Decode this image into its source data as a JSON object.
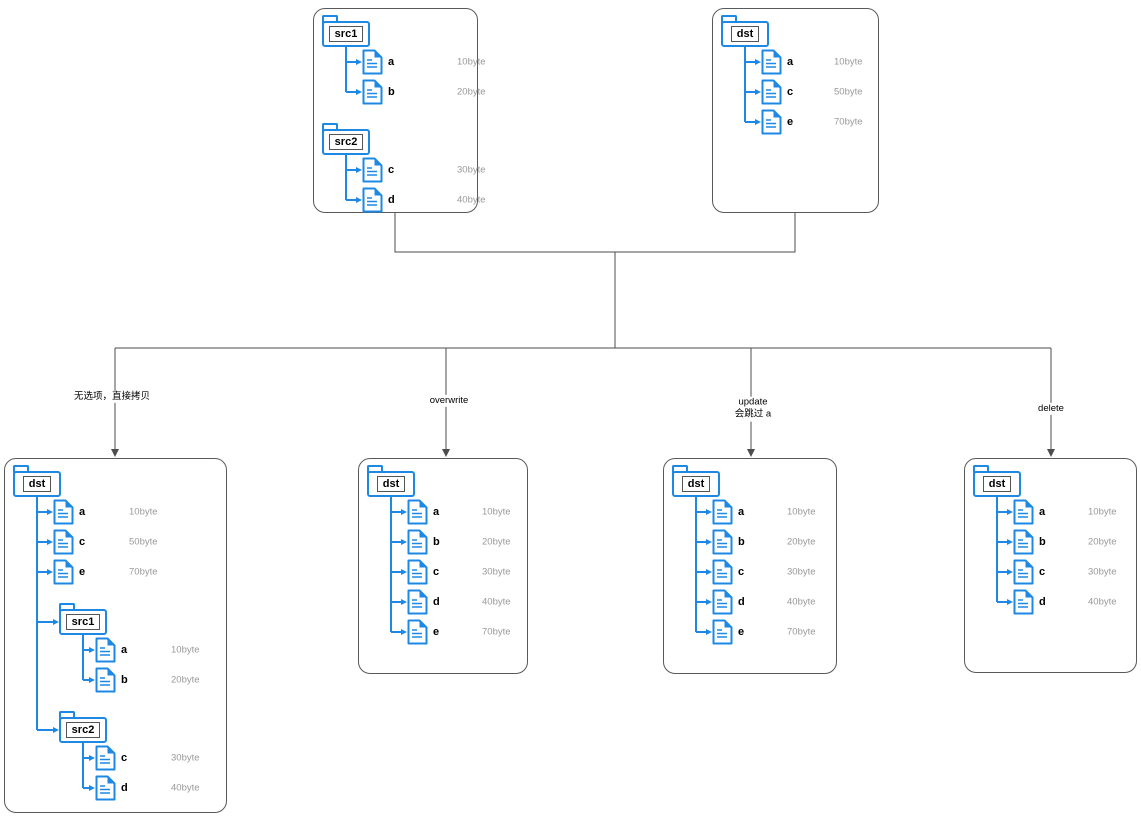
{
  "colors": {
    "accent": "#1E88E5",
    "muted": "#999999",
    "line": "#4D4D4D",
    "border": "#595959"
  },
  "edge_labels": {
    "copy": "无选项，直接拷贝",
    "overwrite": "overwrite",
    "update_line1": "update",
    "update_line2": "会跳过 a",
    "delete": "delete"
  },
  "boxes": {
    "sources": {
      "items": [
        {
          "type": "folder",
          "name": "src1",
          "indent": 0
        },
        {
          "type": "file",
          "name": "a",
          "size": "10byte",
          "indent": 1
        },
        {
          "type": "file",
          "name": "b",
          "size": "20byte",
          "indent": 1
        },
        {
          "type": "folder",
          "name": "src2",
          "indent": 0
        },
        {
          "type": "file",
          "name": "c",
          "size": "30byte",
          "indent": 1
        },
        {
          "type": "file",
          "name": "d",
          "size": "40byte",
          "indent": 1
        }
      ]
    },
    "dst_before": {
      "items": [
        {
          "type": "folder",
          "name": "dst",
          "indent": 0
        },
        {
          "type": "file",
          "name": "a",
          "size": "10byte",
          "indent": 1
        },
        {
          "type": "file",
          "name": "c",
          "size": "50byte",
          "indent": 1
        },
        {
          "type": "file",
          "name": "e",
          "size": "70byte",
          "indent": 1
        }
      ]
    },
    "copy_result": {
      "items": [
        {
          "type": "folder",
          "name": "dst",
          "indent": 0
        },
        {
          "type": "file",
          "name": "a",
          "size": "10byte",
          "indent": 1
        },
        {
          "type": "file",
          "name": "c",
          "size": "50byte",
          "indent": 1
        },
        {
          "type": "file",
          "name": "e",
          "size": "70byte",
          "indent": 1
        },
        {
          "type": "folder",
          "name": "src1",
          "indent": 1
        },
        {
          "type": "file",
          "name": "a",
          "size": "10byte",
          "indent": 2
        },
        {
          "type": "file",
          "name": "b",
          "size": "20byte",
          "indent": 2
        },
        {
          "type": "folder",
          "name": "src2",
          "indent": 1
        },
        {
          "type": "file",
          "name": "c",
          "size": "30byte",
          "indent": 2
        },
        {
          "type": "file",
          "name": "d",
          "size": "40byte",
          "indent": 2
        }
      ]
    },
    "overwrite_result": {
      "items": [
        {
          "type": "folder",
          "name": "dst",
          "indent": 0
        },
        {
          "type": "file",
          "name": "a",
          "size": "10byte",
          "indent": 1
        },
        {
          "type": "file",
          "name": "b",
          "size": "20byte",
          "indent": 1
        },
        {
          "type": "file",
          "name": "c",
          "size": "30byte",
          "indent": 1
        },
        {
          "type": "file",
          "name": "d",
          "size": "40byte",
          "indent": 1
        },
        {
          "type": "file",
          "name": "e",
          "size": "70byte",
          "indent": 1
        }
      ]
    },
    "update_result": {
      "items": [
        {
          "type": "folder",
          "name": "dst",
          "indent": 0
        },
        {
          "type": "file",
          "name": "a",
          "size": "10byte",
          "indent": 1
        },
        {
          "type": "file",
          "name": "b",
          "size": "20byte",
          "indent": 1
        },
        {
          "type": "file",
          "name": "c",
          "size": "30byte",
          "indent": 1
        },
        {
          "type": "file",
          "name": "d",
          "size": "40byte",
          "indent": 1
        },
        {
          "type": "file",
          "name": "e",
          "size": "70byte",
          "indent": 1
        }
      ]
    },
    "delete_result": {
      "items": [
        {
          "type": "folder",
          "name": "dst",
          "indent": 0
        },
        {
          "type": "file",
          "name": "a",
          "size": "10byte",
          "indent": 1
        },
        {
          "type": "file",
          "name": "b",
          "size": "20byte",
          "indent": 1
        },
        {
          "type": "file",
          "name": "c",
          "size": "30byte",
          "indent": 1
        },
        {
          "type": "file",
          "name": "d",
          "size": "40byte",
          "indent": 1
        }
      ]
    }
  }
}
